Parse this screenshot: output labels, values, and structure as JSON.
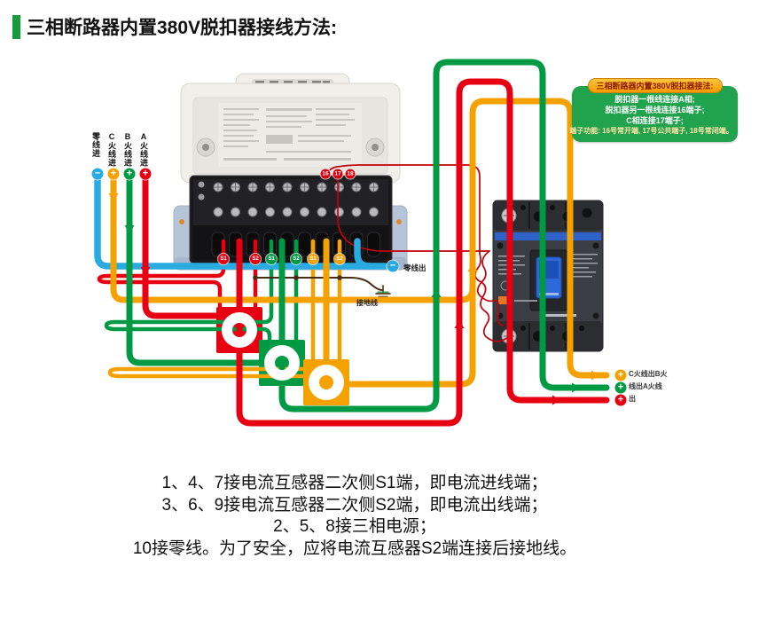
{
  "page": {
    "title": "三相断路器内置380V脱扣器接线方法:"
  },
  "info_box": {
    "title": "三相断路器内置380V脱扣器接法:",
    "lines": [
      "脱扣器一根线连接A相;",
      "脱扣器另一根线连接16端子;",
      "C相连接17端子;",
      "端子功能: 16号常开端, 17号公共端子, 18号常闭端。"
    ]
  },
  "inputs": [
    {
      "label": "零线进",
      "sign": "−",
      "color": "#29abe2"
    },
    {
      "label": "C火线进",
      "sign": "+",
      "color": "#f5a200"
    },
    {
      "label": "B火线进",
      "sign": "+",
      "color": "#009944"
    },
    {
      "label": "A火线进",
      "sign": "+",
      "color": "#e60012"
    }
  ],
  "meter": {
    "terminal_badges": [
      "16",
      "17",
      "18"
    ],
    "stub_labels": [
      "S1",
      "S2",
      "S1",
      "S2",
      "S1",
      "S2"
    ]
  },
  "annotations": {
    "neutral_out": "零线出",
    "neutral_out_sign": "−",
    "ground": "接地线"
  },
  "outputs": {
    "signs": [
      "+",
      "+",
      "+"
    ],
    "lines": [
      "C火线出B火",
      "线出A火线",
      "出"
    ]
  },
  "footer": {
    "lines": [
      "1、4、7接电流互感器二次侧S1端，即电流进线端；",
      "3、6、9接电流互感器二次侧S2端，即电流出线端；",
      "2、5、8接三相电源；",
      "10接零线。为了安全，应将电流互感器S2端连接后接地线。"
    ]
  },
  "colors": {
    "phase_a_red": "#e60012",
    "phase_b_green": "#009944",
    "phase_c_orange": "#f5a200",
    "neutral_blue": "#29abe2",
    "trip_wire_red": "#c3000a",
    "ground_brown": "#4a2c12",
    "info_green": "#21a24d",
    "badge_red": "#d8000f",
    "title_green": "#169b3c"
  }
}
